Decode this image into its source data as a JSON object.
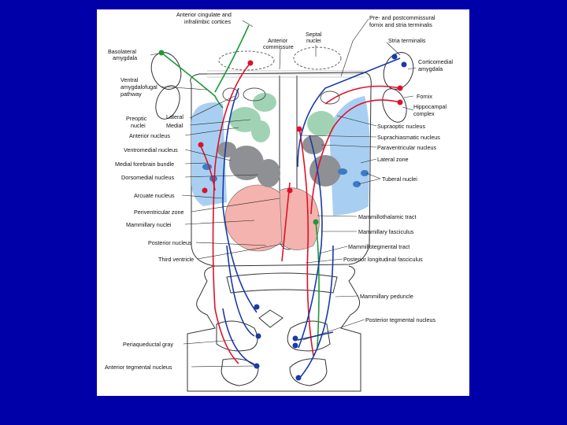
{
  "colors": {
    "background": "#0000a8",
    "panel": "#ffffff",
    "red": "#e0102a",
    "blue": "#1a3aa8",
    "green": "#1c9a3a",
    "pink": "#f4b3ae",
    "teal": "#9fd3b4",
    "gray": "#8f9094",
    "lightblue": "#a8cff2"
  },
  "labels": {
    "anterior_cingulate": "Anterior cingulate and",
    "infralimbic": "infralimbic cortices",
    "anterior_commissure_1": "Anterior",
    "anterior_commissure_2": "commissure",
    "septal_1": "Septal",
    "septal_2": "nuclei",
    "pre_post_1": "Pre- and postcommissural",
    "pre_post_2": "fornix and stria terminalis",
    "basolateral_1": "Basolateral",
    "basolateral_2": "amygdala",
    "stria_terminalis": "Stria terminalis",
    "corticomedial_1": "Corticomedial",
    "corticomedial_2": "amygdala",
    "ventral_1": "Ventral",
    "ventral_2": "amygdalofugal",
    "ventral_3": "pathway",
    "fornix": "Fornix",
    "hippocampal_1": "Hippocampal",
    "hippocampal_2": "complex",
    "preoptic_1": "Preoptic",
    "preoptic_2": "nuclei",
    "lateral": "Lateral",
    "medial": "Medial",
    "supraoptic": "Supraoptic nucleus",
    "anterior_nucleus": "Anterior nucleus",
    "suprachiasmatic": "Suprachiasmatic nucleus",
    "paraventricular": "Paraventricular nucleus",
    "ventromedial": "Ventromedial nucleus",
    "lateral_zone": "Lateral zone",
    "medial_forebrain": "Medial forebrain bundle",
    "dorsomedial": "Dorsomedial nucleus",
    "tuberal": "Tuberal nuclei",
    "arcuate": "Arcuate nucleus",
    "periventricular": "Periventricular zone",
    "mammillothalamic": "Mammillothalamic tract",
    "mammillary_nuclei": "Mammillary nuclei",
    "mammillary_fasciculus": "Mammillary fasciculus",
    "posterior_nucleus": "Posterior nucleus",
    "mammillotegmental": "Mammillotegmental tract",
    "third_ventricle": "Third ventricle",
    "posterior_longitudinal": "Posterior longitudinal fasciculus",
    "mammillary_peduncle": "Mammillary peduncle",
    "posterior_tegmental": "Posterior tegmental nucleus",
    "periaqueductal": "Periaqueductal gray",
    "anterior_tegmental": "Anterior tegmental nucleus"
  }
}
